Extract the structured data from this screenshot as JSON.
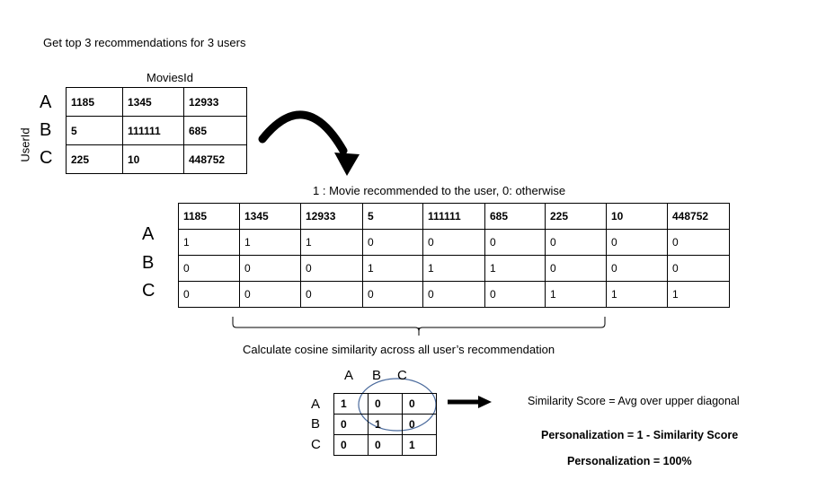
{
  "title": "Get top 3 recommendations for 3 users",
  "table1": {
    "column_header": "MoviesId",
    "row_header": "UserId",
    "row_labels": [
      "A",
      "B",
      "C"
    ],
    "rows": [
      [
        "1185",
        "1345",
        "12933"
      ],
      [
        "5",
        "111111",
        "685"
      ],
      [
        "225",
        "10",
        "448752"
      ]
    ]
  },
  "legend": "1 : Movie recommended to the user, 0: otherwise",
  "table2": {
    "row_labels": [
      "A",
      "B",
      "C"
    ],
    "headers": [
      "1185",
      "1345",
      "12933",
      "5",
      "111111",
      "685",
      "225",
      "10",
      "448752"
    ],
    "rows": [
      [
        "1",
        "1",
        "1",
        "0",
        "0",
        "0",
        "0",
        "0",
        "0"
      ],
      [
        "0",
        "0",
        "0",
        "1",
        "1",
        "1",
        "0",
        "0",
        "0"
      ],
      [
        "0",
        "0",
        "0",
        "0",
        "0",
        "0",
        "1",
        "1",
        "1"
      ]
    ]
  },
  "calculation": "Calculate cosine similarity across all user’s recommendation",
  "similarity_matrix": {
    "col_labels": [
      "A",
      "B",
      "C"
    ],
    "row_labels": [
      "A",
      "B",
      "C"
    ],
    "rows": [
      [
        "1",
        "0",
        "0"
      ],
      [
        "0",
        "1",
        "0"
      ],
      [
        "0",
        "0",
        "1"
      ]
    ]
  },
  "similarity_score": "Similarity Score = Avg over upper diagonal",
  "personalization_formula": "Personalization = 1 - Similarity Score",
  "personalization_result": "Personalization = 100%",
  "colors": {
    "circle": "#4a6a9c",
    "line": "#000000"
  }
}
